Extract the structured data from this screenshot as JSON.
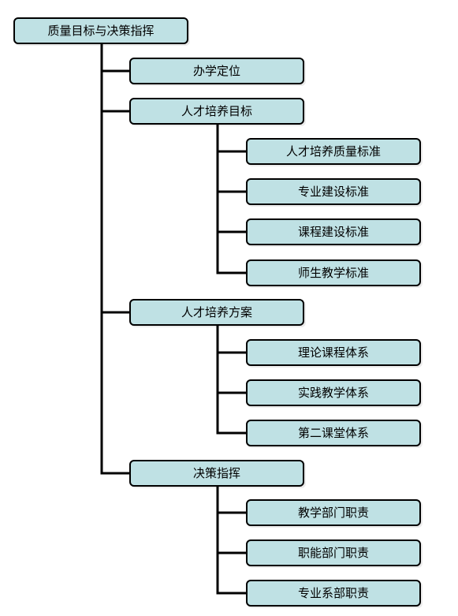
{
  "diagram": {
    "root": {
      "label": "质量目标与决策指挥"
    },
    "branches": [
      {
        "label": "办学定位",
        "children": []
      },
      {
        "label": "人才培养目标",
        "children": [
          "人才培养质量标准",
          "专业建设标准",
          "课程建设标准",
          "师生教学标准"
        ]
      },
      {
        "label": "人才培养方案",
        "children": [
          "理论课程体系",
          "实践教学体系",
          "第二课堂体系"
        ]
      },
      {
        "label": "决策指挥",
        "children": [
          "教学部门职责",
          "职能部门职责",
          "专业系部职责"
        ]
      }
    ]
  },
  "colors": {
    "node_fill": "#bfe1e4",
    "node_border": "#000000",
    "connector": "#000000"
  }
}
